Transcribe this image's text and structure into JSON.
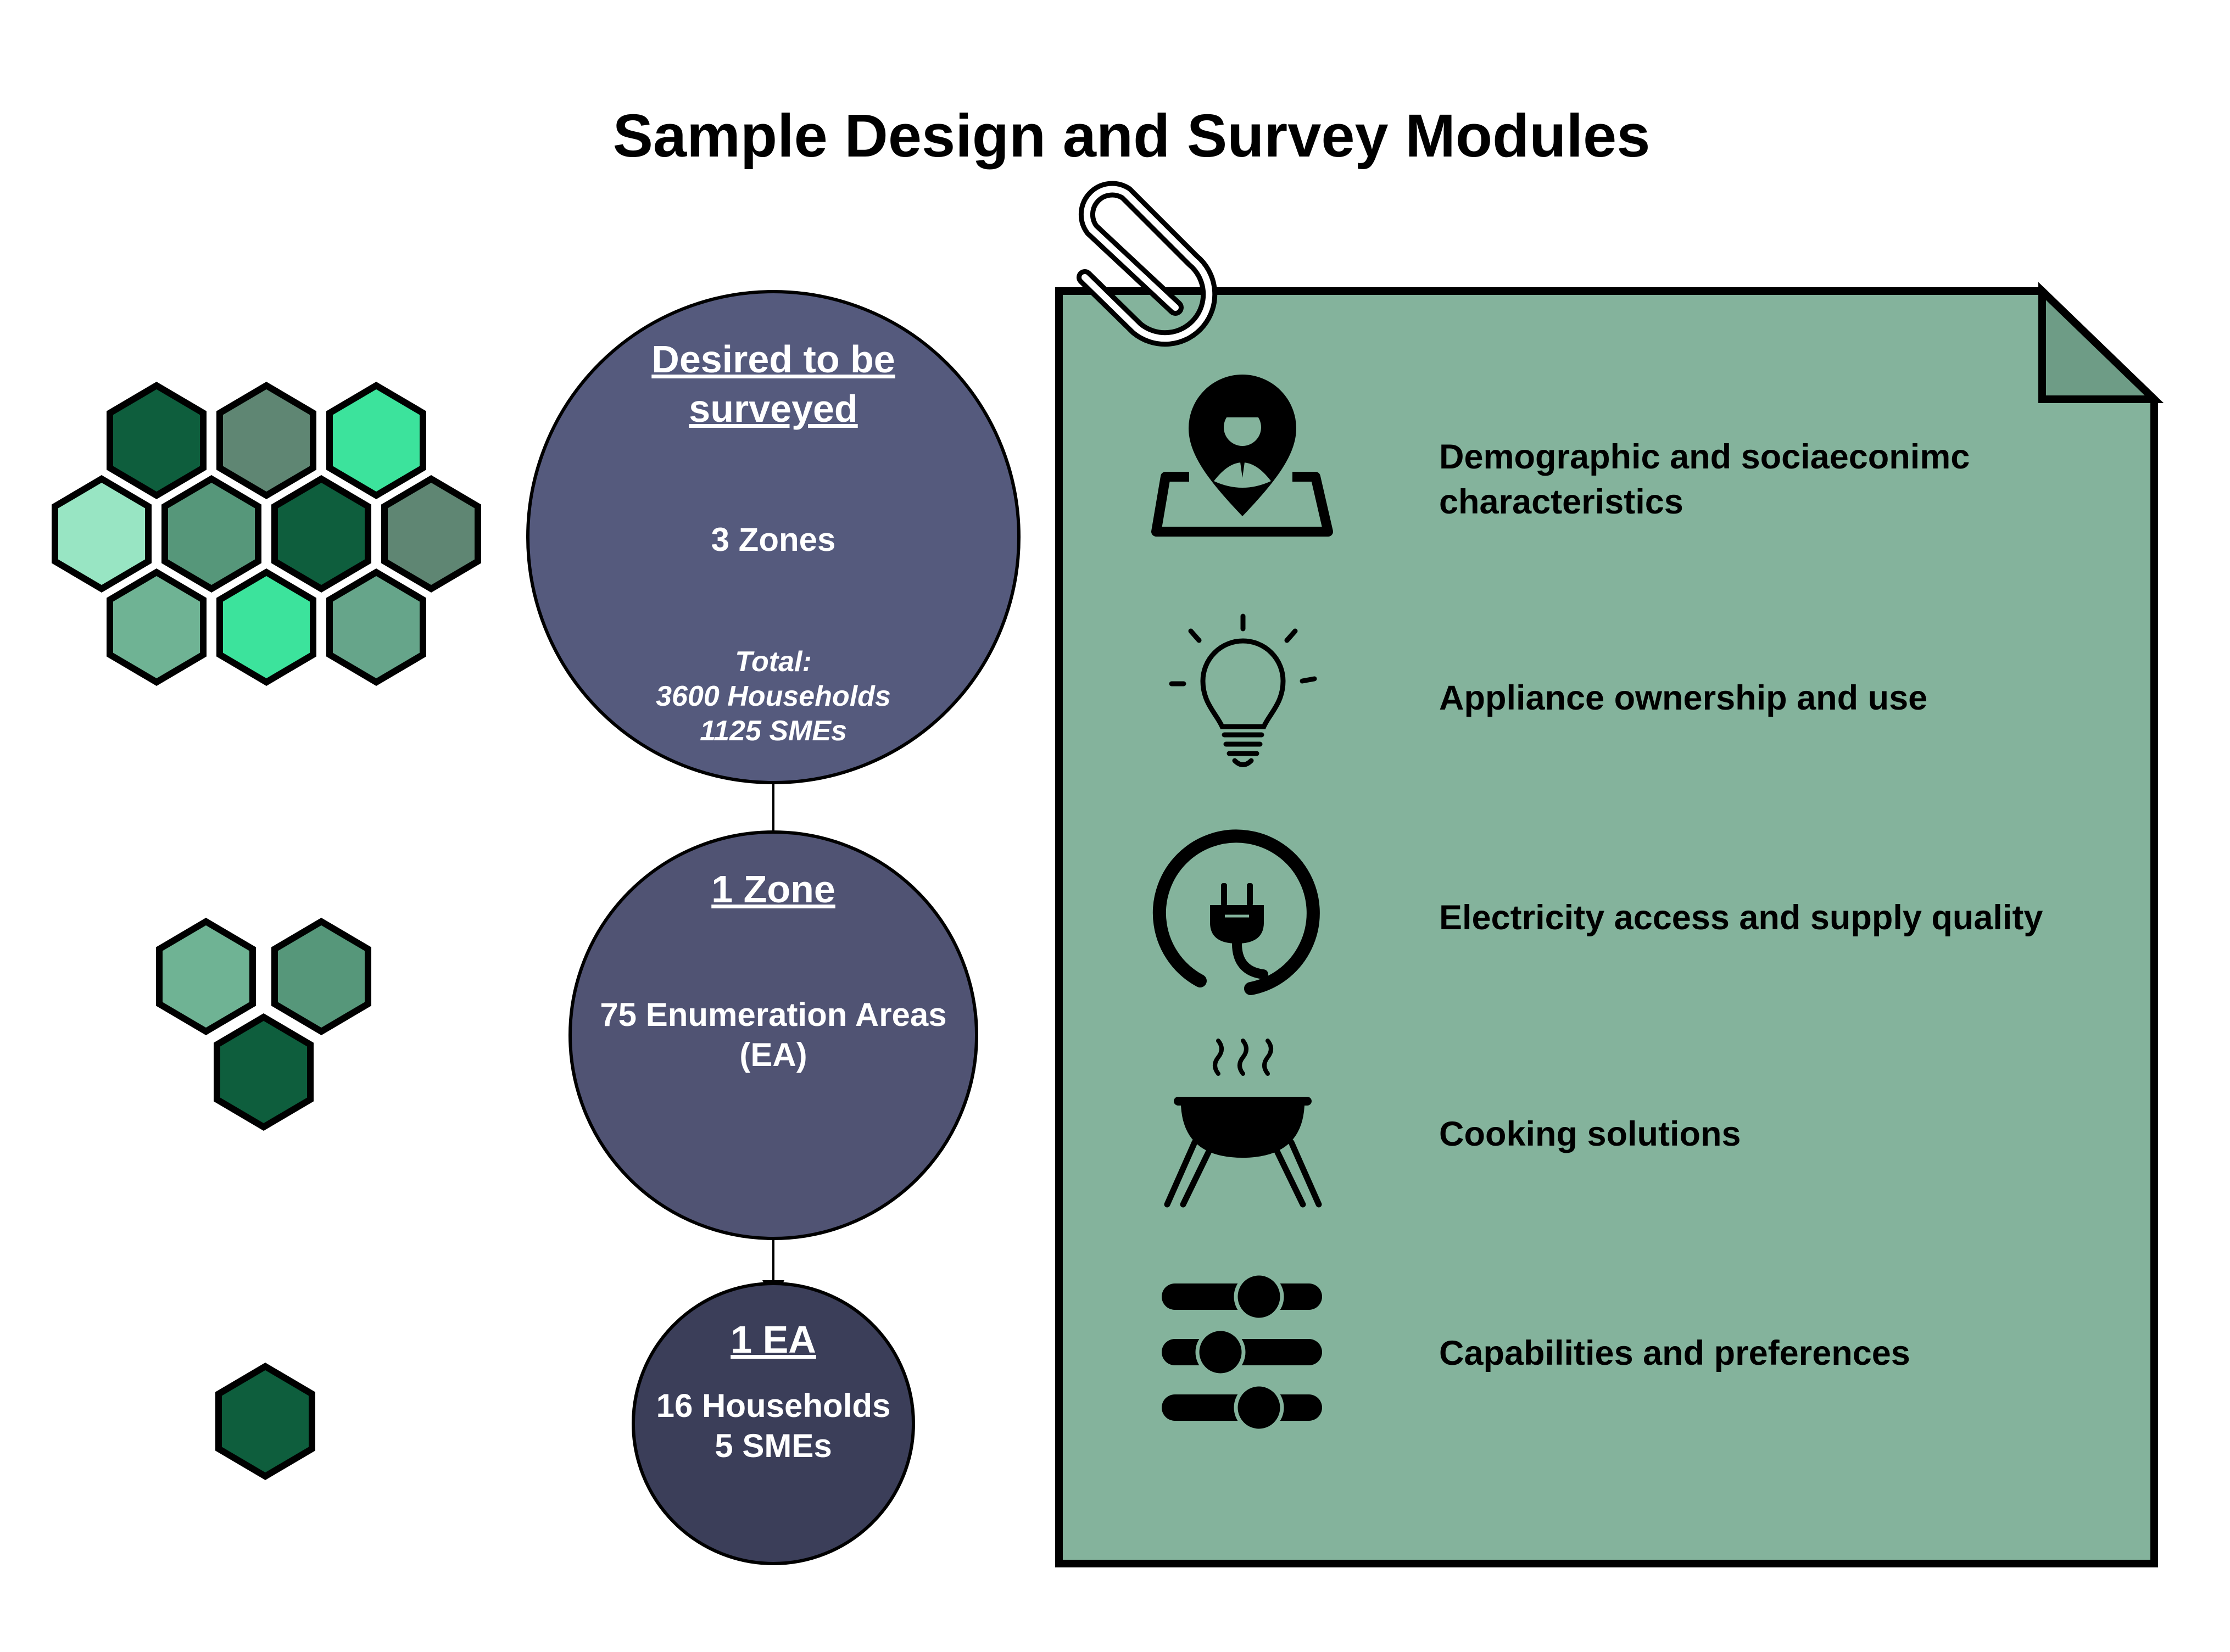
{
  "title": "Sample Design and Survey Modules",
  "colors": {
    "circle_large": "#555a7d",
    "circle_medium": "#505373",
    "circle_small": "#3b3e59",
    "panel_fill": "#84b39c",
    "hex_dark": "#0e5e3d",
    "hex_gray": "#5f8673",
    "hex_bright": "#3ce39c",
    "hex_pale": "#98e5c3",
    "hex_mid": "#56977a",
    "hex_light": "#6fb394",
    "hex_soft": "#66a58a"
  },
  "levels": [
    {
      "heading_line1": "Desired to be",
      "heading_line2": "surveyed",
      "body": "3 Zones",
      "total_label": "Total:",
      "total_households": "3600 Households",
      "total_smes": "1125 SMEs"
    },
    {
      "heading": "1 Zone",
      "body_line1": "75 Enumeration Areas",
      "body_line2": "(EA)"
    },
    {
      "heading": "1 EA",
      "body_line1": "16 Households",
      "body_line2": "5 SMEs"
    }
  ],
  "modules": [
    {
      "icon": "person-location-icon",
      "label_line1": "Demographic and sociaeconimc",
      "label_line2": "characteristics"
    },
    {
      "icon": "light-bulb-icon",
      "label_line1": "Appliance ownership and use",
      "label_line2": ""
    },
    {
      "icon": "power-plug-icon",
      "label_line1": "Electricity access and supply quality",
      "label_line2": ""
    },
    {
      "icon": "grill-icon",
      "label_line1": "Cooking solutions",
      "label_line2": ""
    },
    {
      "icon": "sliders-icon",
      "label_line1": "Capabilities and preferences",
      "label_line2": ""
    }
  ]
}
